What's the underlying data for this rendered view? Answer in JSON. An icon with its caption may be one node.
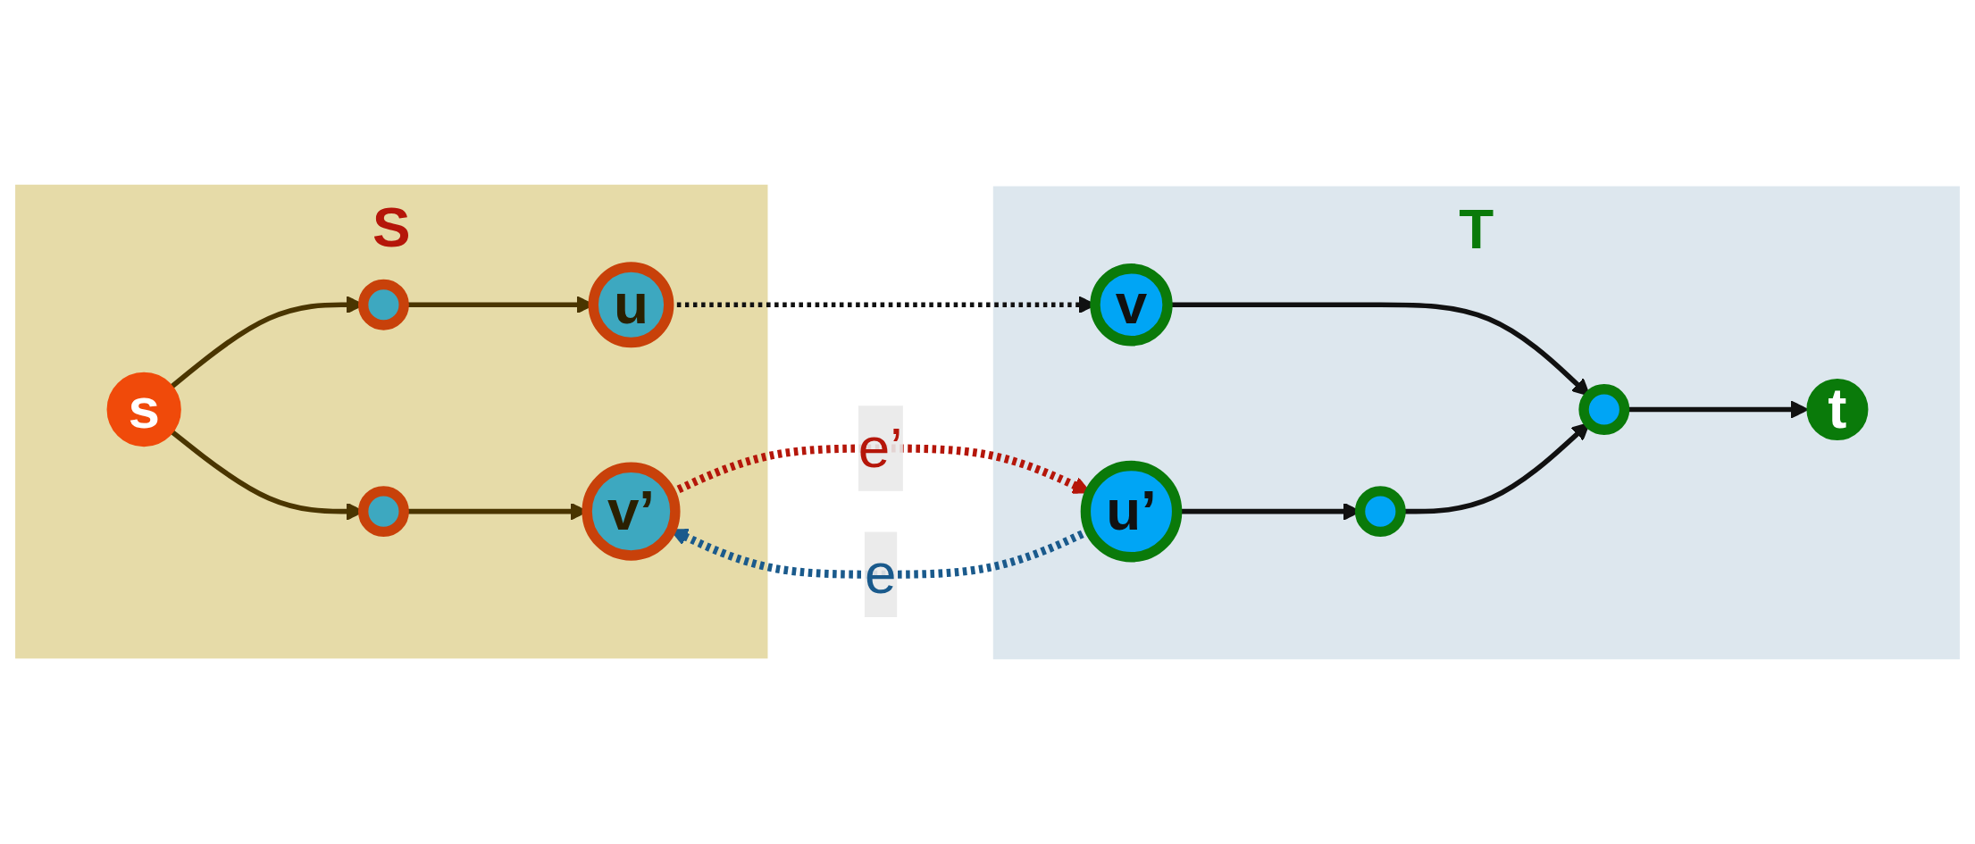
{
  "diagram": {
    "nodes": [
      {
        "text": [
          "S"
        ]
      },
      {
        "text": [
          "T"
        ]
      },
      {
        "text": [
          "s"
        ],
        "in": 0
      },
      {
        "text": [],
        "shape": "circle",
        "in": 0
      },
      {
        "text": [],
        "shape": "circle",
        "in": 0
      },
      {
        "text": [
          "u"
        ],
        "in": 0
      },
      {
        "text": [
          "v’"
        ],
        "in": 0
      },
      {
        "text": [
          "v"
        ],
        "in": 1
      },
      {
        "text": [
          "u’"
        ],
        "in": 1
      },
      {
        "text": [],
        "shape": "circle",
        "in": 1
      },
      {
        "text": [],
        "shape": "circle",
        "in": 1
      },
      {
        "text": [
          "t"
        ],
        "in": 1
      }
    ],
    "edges": [
      {
        "from": 2,
        "to": 3,
        "arrow": "to",
        "color": "#4a3500"
      },
      {
        "from": 2,
        "to": 4,
        "arrow": "to",
        "color": "#4a3500"
      },
      {
        "from": 3,
        "to": 5,
        "arrow": "to",
        "color": "#4a3500"
      },
      {
        "from": 4,
        "to": 6,
        "arrow": "to",
        "color": "#4a3500"
      },
      {
        "from": 5,
        "to": 7,
        "arrow": "to",
        "style": "dashed"
      },
      {
        "from": 8,
        "to": 6,
        "arrow": "to",
        "style": "dashed",
        "label": "e",
        "color": "#1a5a8c"
      },
      {
        "from": 6,
        "to": 8,
        "arrow": "to",
        "style": "dashed",
        "label": "e’",
        "color": "#b5160a"
      },
      {
        "from": 7,
        "to": 9,
        "arrow": "to"
      },
      {
        "from": 8,
        "to": 10,
        "arrow": "to"
      },
      {
        "from": 10,
        "to": 9,
        "arrow": "to"
      },
      {
        "from": 9,
        "to": 11,
        "arrow": "to"
      }
    ]
  }
}
